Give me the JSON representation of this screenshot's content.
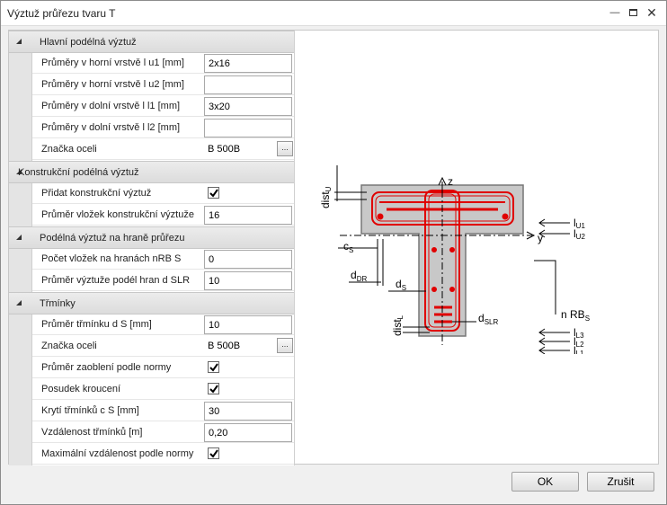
{
  "window": {
    "title": "Výztuž průřezu tvaru T"
  },
  "sections": [
    {
      "title": "Hlavní podélná výztuž"
    },
    {
      "title": "Konstrukční podélná výztuž"
    },
    {
      "title": "Podélná výztuž na hraně průřezu"
    },
    {
      "title": "Třmínky"
    }
  ],
  "rows": [
    {
      "label": "Průměry v horní vrstvě l u1 [mm]",
      "value": "2x16"
    },
    {
      "label": "Průměry v horní vrstvě l u2 [mm]",
      "value": ""
    },
    {
      "label": "Průměry v dolní vrstvě l l1 [mm]",
      "value": "3x20"
    },
    {
      "label": "Průměry v dolní vrstvě l l2 [mm]",
      "value": ""
    },
    {
      "label": "Značka oceli",
      "value": "B 500B",
      "button": "..."
    },
    {
      "label": "Přidat konstrukční výztuž",
      "checked": true
    },
    {
      "label": "Průměr vložek konstrukční výztuže",
      "value": "16"
    },
    {
      "label": "Počet vložek na hranách nRB S",
      "value": "0"
    },
    {
      "label": "Průměr výztuže podél hran d SLR",
      "value": "10"
    },
    {
      "label": "Průměr třmínku d S [mm]",
      "value": "10"
    },
    {
      "label": "Značka oceli",
      "value": "B 500B",
      "button": "..."
    },
    {
      "label": "Průměr zaoblení podle normy",
      "checked": true
    },
    {
      "label": "Posudek kroucení",
      "checked": true
    },
    {
      "label": "Krytí třmínků c S [mm]",
      "value": "30"
    },
    {
      "label": "Vzdálenost třmínků [m]",
      "value": "0,20"
    },
    {
      "label": "Maximální vzdálenost podle normy",
      "checked": true
    }
  ],
  "diagram": {
    "labels": {
      "z": "z",
      "y": "y",
      "dist_u": "dist",
      "dist_u_sub": "U",
      "dist_l": "dist",
      "dist_l_sub": "L",
      "c_s": "c",
      "c_s_sub": "S",
      "d_dr": "d",
      "d_dr_sub": "DR",
      "d_s": "d",
      "d_s_sub": "S",
      "d_slr": "d",
      "d_slr_sub": "SLR",
      "lu1": "l",
      "lu1_sub": "U1",
      "lu2": "l",
      "lu2_sub": "U2",
      "n_rbs": "n RB",
      "n_rbs_sub": "S",
      "ll3": "l",
      "ll3_sub": "L3",
      "ll2": "l",
      "ll2_sub": "L2",
      "ll1": "l",
      "ll1_sub": "L1"
    },
    "colors": {
      "concrete": "#c8c8c8",
      "rebar": "#e00000",
      "line": "#000000"
    }
  },
  "buttons": {
    "ok": "OK",
    "cancel": "Zrušit"
  },
  "icons": {
    "minimize": "minimize-icon",
    "maximize": "maximize-icon",
    "close": "close-icon",
    "collapse": "collapse-arrow-icon",
    "check": "check-icon"
  }
}
